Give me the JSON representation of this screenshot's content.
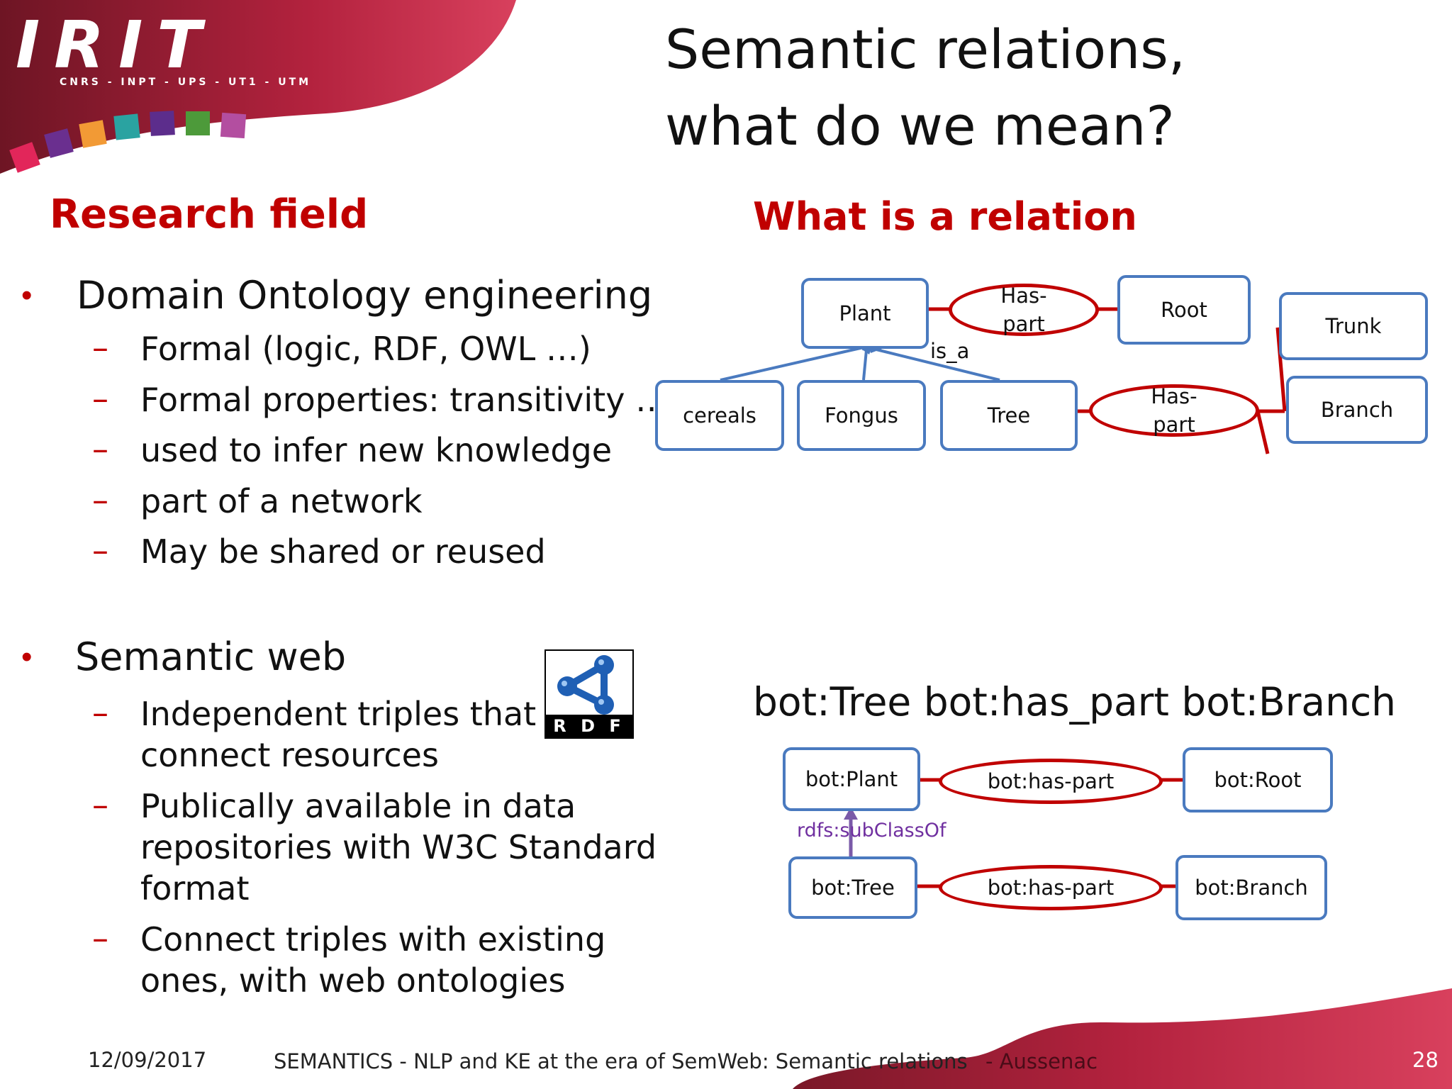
{
  "logo": {
    "wordmark": "IRIT",
    "tagline": "CNRS - INPT - UPS - UT1 - UTM",
    "colors": [
      "#e2265a",
      "#6a2f8f",
      "#f29a35",
      "#2aa3a1",
      "#5c2d8c",
      "#4d9a3a",
      "#b34ea0"
    ]
  },
  "title": {
    "line1": "Semantic relations,",
    "line2": "what do we mean?"
  },
  "left": {
    "heading": "Research field",
    "bullets": [
      {
        "label": "Domain Ontology engineering",
        "items": [
          "Formal (logic, RDF, OWL …)",
          "Formal properties: transitivity …",
          "used to infer new knowledge",
          "part of a network",
          "May be shared or reused"
        ]
      },
      {
        "label": "Semantic web",
        "items": [
          [
            "Independent triples that",
            "connect resources"
          ],
          [
            "Publically available in data",
            "repositories with W3C Standard",
            "format"
          ],
          [
            "Connect triples with existing",
            "ones, with web ontologies"
          ]
        ]
      }
    ],
    "rdf_logo_text": "R D F",
    "bullet_glyph": "•",
    "dash_glyph": "–"
  },
  "right": {
    "heading": "What is a relation",
    "diagram1": {
      "plant": "Plant",
      "root": "Root",
      "trunk": "Trunk",
      "branch": "Branch",
      "cereals": "cereals",
      "fongus": "Fongus",
      "tree": "Tree",
      "has_part_1": [
        "Has-",
        "part"
      ],
      "has_part_2": [
        "Has-",
        "part"
      ],
      "is_a": "is_a"
    },
    "triple": "bot:Tree bot:has_part bot:Branch",
    "diagram2": {
      "plant": "bot:Plant",
      "root": "bot:Root",
      "tree": "bot:Tree",
      "branch": "bot:Branch",
      "haspart1": "bot:has-part",
      "haspart2": "bot:has-part",
      "subclass": "rdfs:subClassOf"
    }
  },
  "footer": {
    "date": "12/09/2017",
    "text": "SEMANTICS - NLP and KE at the era of SemWeb: Semantic relations",
    "author": "- Aussenac",
    "page": "28"
  },
  "colors": {
    "accent": "#c00000",
    "box_border": "#4a7abf",
    "subclass": "#7030a0",
    "footer_band": "#c8284a"
  }
}
